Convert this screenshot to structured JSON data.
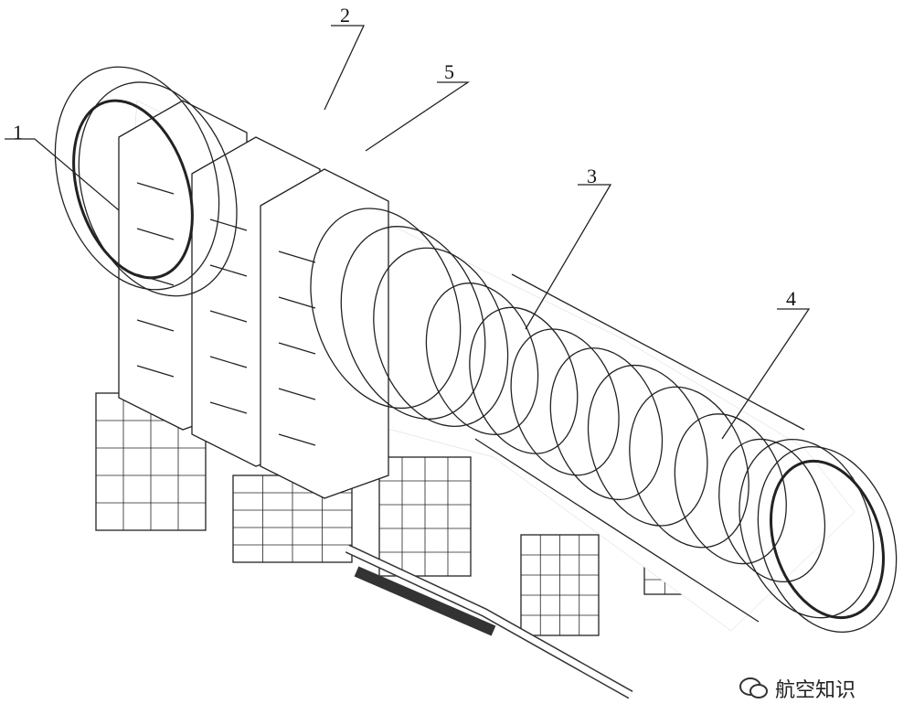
{
  "labels": {
    "l1": "1",
    "l2": "2",
    "l3": "3",
    "l4": "4",
    "l5": "5"
  },
  "watermark": {
    "text": "航空知识",
    "icon": "wechat-icon"
  }
}
